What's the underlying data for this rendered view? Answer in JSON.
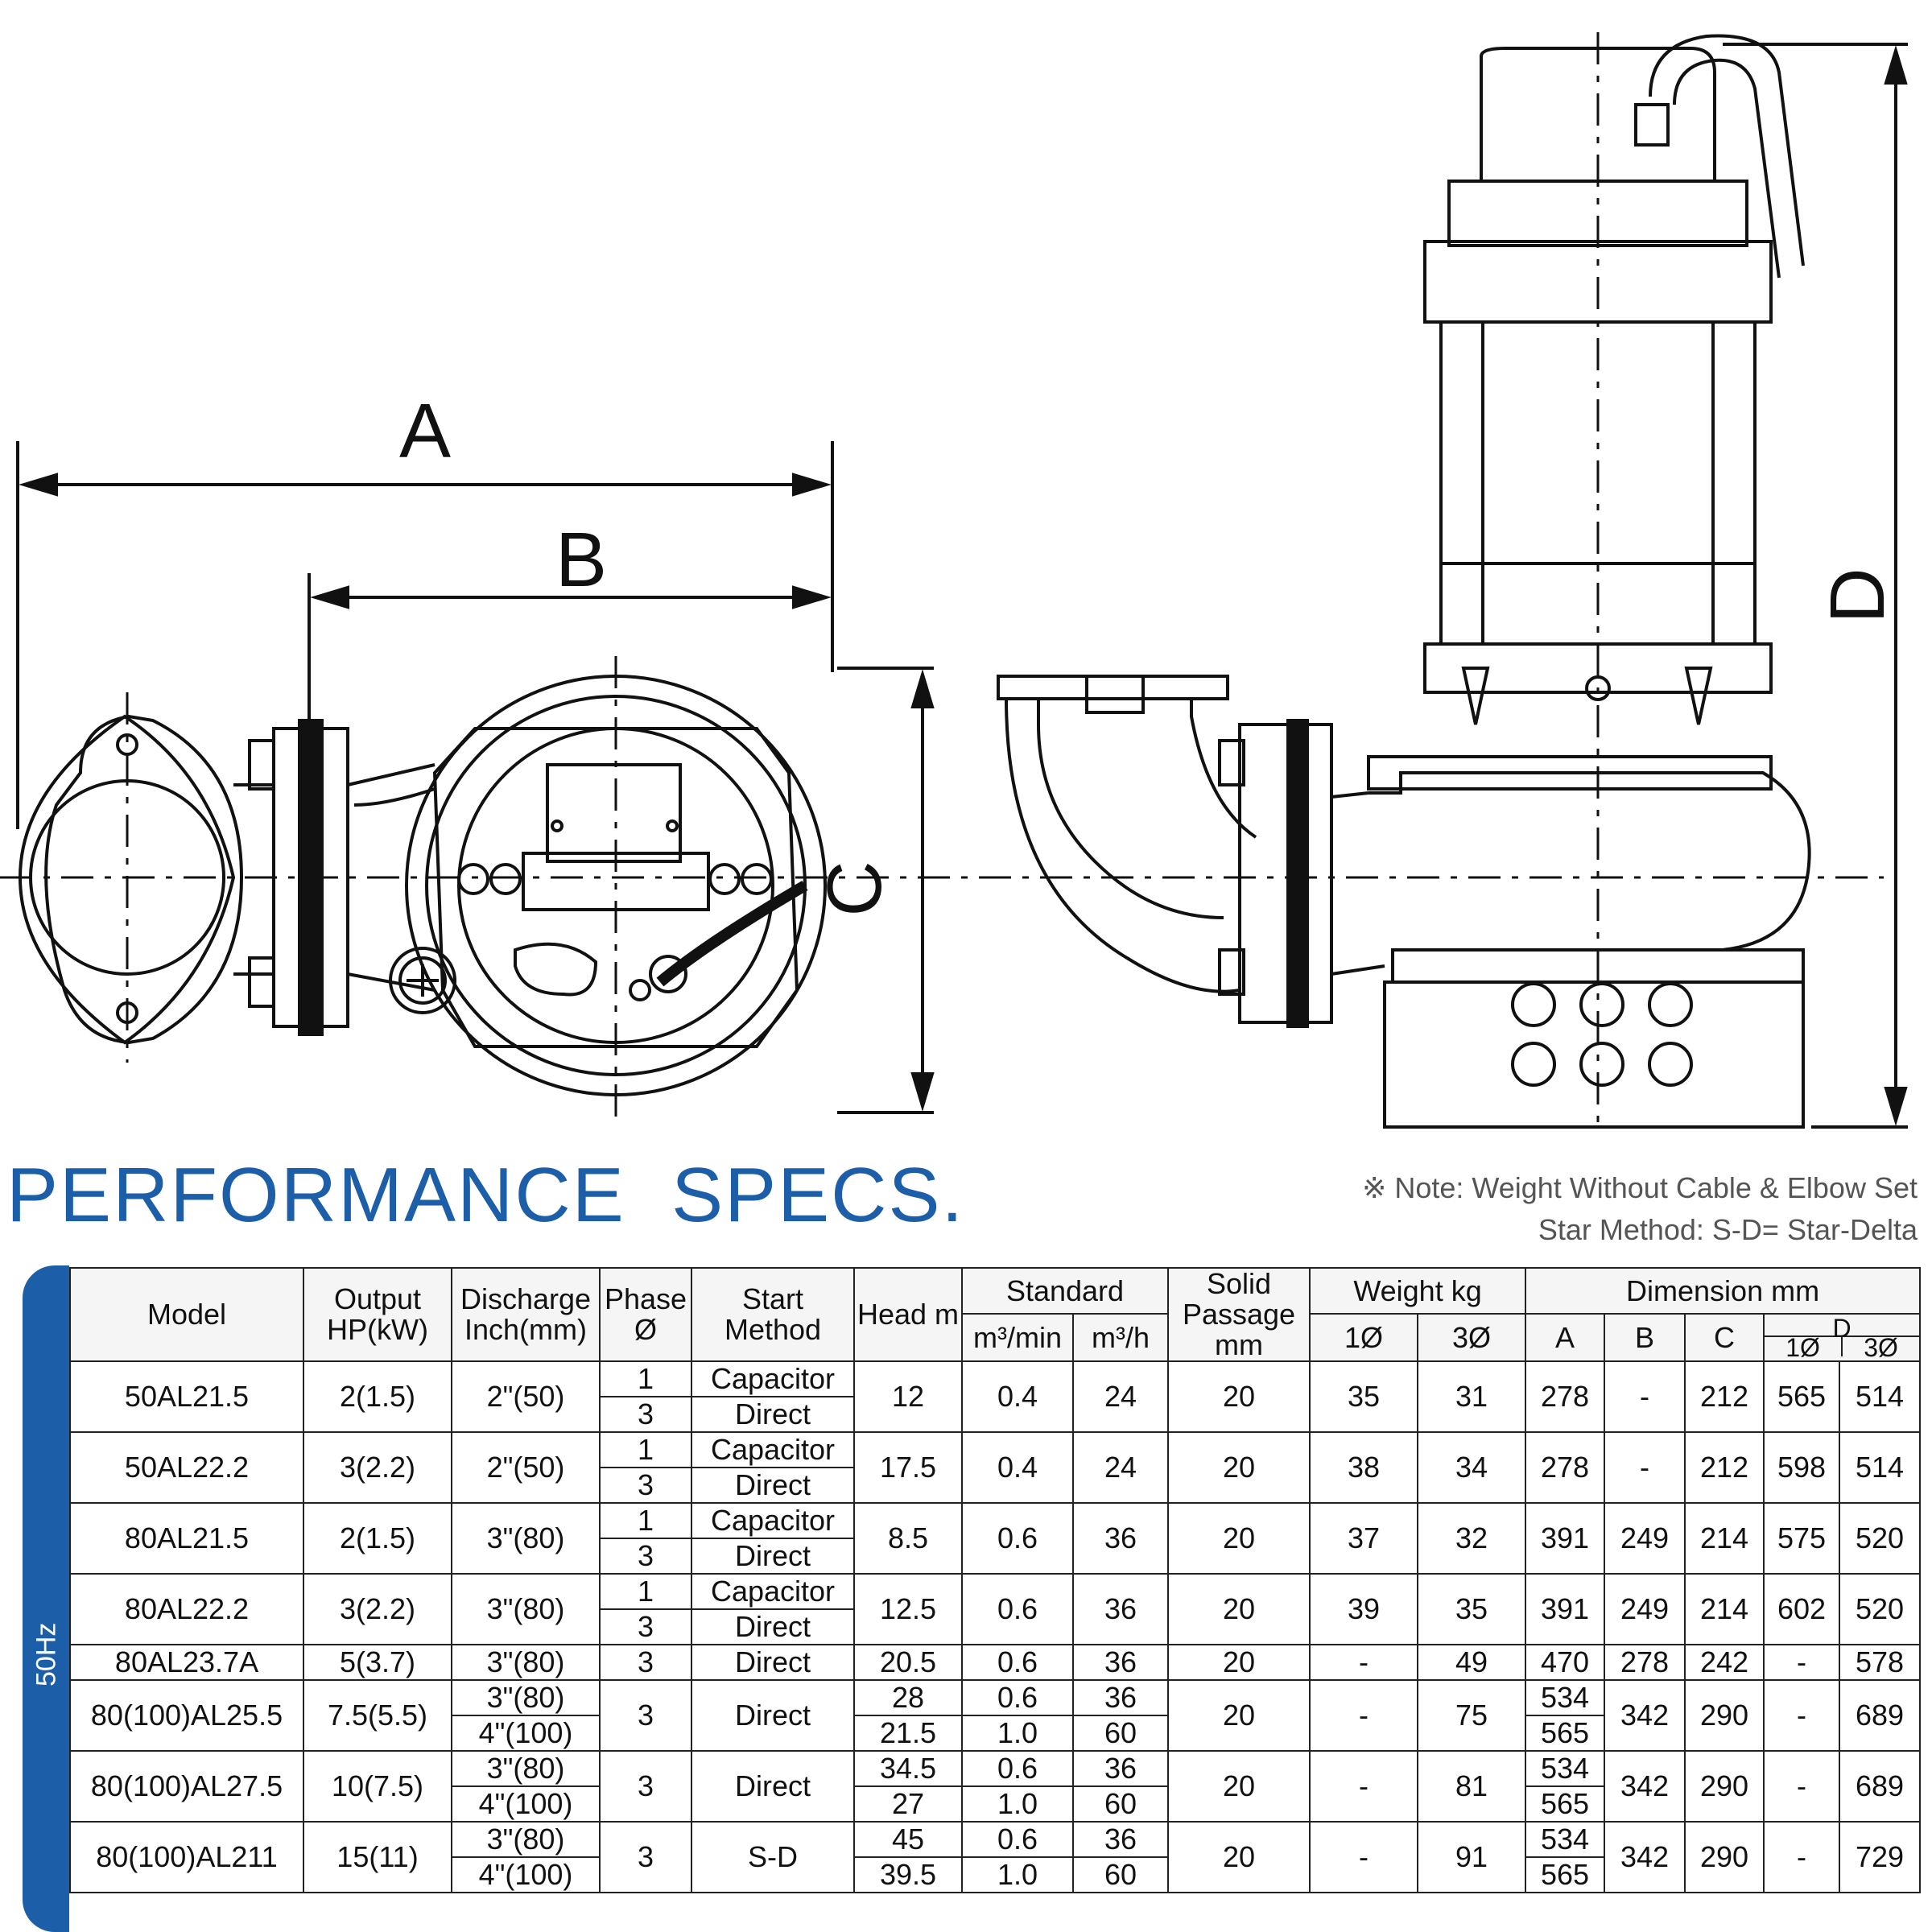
{
  "drawing": {
    "dimension_labels": {
      "a": "A",
      "b": "B",
      "c": "C",
      "d": "D"
    }
  },
  "title": "PERFORMANCE  SPECS.",
  "notes": {
    "line1": "※ Note: Weight Without Cable & Elbow Set",
    "line2": "Star Method: S-D= Star-Delta"
  },
  "band_label": "50Hz",
  "table": {
    "headers": {
      "model": "Model",
      "output": "Output HP(kW)",
      "discharge": "Discharge Inch(mm)",
      "phase": "Phase Ø",
      "start_method": "Start Method",
      "head": "Head m",
      "standard": "Standard",
      "m3min": "m³/min",
      "m3h": "m³/h",
      "solid": "Solid Passage mm",
      "weight": "Weight  kg",
      "w1": "1Ø",
      "w3": "3Ø",
      "dimension": "Dimension mm",
      "dim_a": "A",
      "dim_b": "B",
      "dim_c": "C",
      "dim_d": "D",
      "d1": "1Ø",
      "d3": "3Ø"
    },
    "rows": [
      {
        "model": "50AL21.5",
        "output": "2(1.5)",
        "discharge": [
          "2\"(50)"
        ],
        "phase": [
          "1",
          "3"
        ],
        "start": [
          "Capacitor",
          "Direct"
        ],
        "head": [
          "12"
        ],
        "m3min": [
          "0.4"
        ],
        "m3h": [
          "24"
        ],
        "solid": "20",
        "w1": "35",
        "w3": "31",
        "a": [
          "278"
        ],
        "b": "-",
        "c": "212",
        "d1": "565",
        "d3": "514"
      },
      {
        "model": "50AL22.2",
        "output": "3(2.2)",
        "discharge": [
          "2\"(50)"
        ],
        "phase": [
          "1",
          "3"
        ],
        "start": [
          "Capacitor",
          "Direct"
        ],
        "head": [
          "17.5"
        ],
        "m3min": [
          "0.4"
        ],
        "m3h": [
          "24"
        ],
        "solid": "20",
        "w1": "38",
        "w3": "34",
        "a": [
          "278"
        ],
        "b": "-",
        "c": "212",
        "d1": "598",
        "d3": "514"
      },
      {
        "model": "80AL21.5",
        "output": "2(1.5)",
        "discharge": [
          "3\"(80)"
        ],
        "phase": [
          "1",
          "3"
        ],
        "start": [
          "Capacitor",
          "Direct"
        ],
        "head": [
          "8.5"
        ],
        "m3min": [
          "0.6"
        ],
        "m3h": [
          "36"
        ],
        "solid": "20",
        "w1": "37",
        "w3": "32",
        "a": [
          "391"
        ],
        "b": "249",
        "c": "214",
        "d1": "575",
        "d3": "520"
      },
      {
        "model": "80AL22.2",
        "output": "3(2.2)",
        "discharge": [
          "3\"(80)"
        ],
        "phase": [
          "1",
          "3"
        ],
        "start": [
          "Capacitor",
          "Direct"
        ],
        "head": [
          "12.5"
        ],
        "m3min": [
          "0.6"
        ],
        "m3h": [
          "36"
        ],
        "solid": "20",
        "w1": "39",
        "w3": "35",
        "a": [
          "391"
        ],
        "b": "249",
        "c": "214",
        "d1": "602",
        "d3": "520"
      },
      {
        "model": "80AL23.7A",
        "output": "5(3.7)",
        "discharge": [
          "3\"(80)"
        ],
        "phase": [
          "3"
        ],
        "start": [
          "Direct"
        ],
        "head": [
          "20.5"
        ],
        "m3min": [
          "0.6"
        ],
        "m3h": [
          "36"
        ],
        "solid": "20",
        "w1": "-",
        "w3": "49",
        "a": [
          "470"
        ],
        "b": "278",
        "c": "242",
        "d1": "-",
        "d3": "578"
      },
      {
        "model": "80(100)AL25.5",
        "output": "7.5(5.5)",
        "discharge": [
          "3\"(80)",
          "4\"(100)"
        ],
        "phase": [
          "3"
        ],
        "start": [
          "Direct"
        ],
        "head": [
          "28",
          "21.5"
        ],
        "m3min": [
          "0.6",
          "1.0"
        ],
        "m3h": [
          "36",
          "60"
        ],
        "solid": "20",
        "w1": "-",
        "w3": "75",
        "a": [
          "534",
          "565"
        ],
        "b": "342",
        "c": "290",
        "d1": "-",
        "d3": "689"
      },
      {
        "model": "80(100)AL27.5",
        "output": "10(7.5)",
        "discharge": [
          "3\"(80)",
          "4\"(100)"
        ],
        "phase": [
          "3"
        ],
        "start": [
          "Direct"
        ],
        "head": [
          "34.5",
          "27"
        ],
        "m3min": [
          "0.6",
          "1.0"
        ],
        "m3h": [
          "36",
          "60"
        ],
        "solid": "20",
        "w1": "-",
        "w3": "81",
        "a": [
          "534",
          "565"
        ],
        "b": "342",
        "c": "290",
        "d1": "-",
        "d3": "689"
      },
      {
        "model": "80(100)AL211",
        "output": "15(11)",
        "discharge": [
          "3\"(80)",
          "4\"(100)"
        ],
        "phase": [
          "3"
        ],
        "start": [
          "S-D"
        ],
        "head": [
          "45",
          "39.5"
        ],
        "m3min": [
          "0.6",
          "1.0"
        ],
        "m3h": [
          "36",
          "60"
        ],
        "solid": "20",
        "w1": "-",
        "w3": "91",
        "a": [
          "534",
          "565"
        ],
        "b": "342",
        "c": "290",
        "d1": "-",
        "d3": "729"
      }
    ]
  }
}
